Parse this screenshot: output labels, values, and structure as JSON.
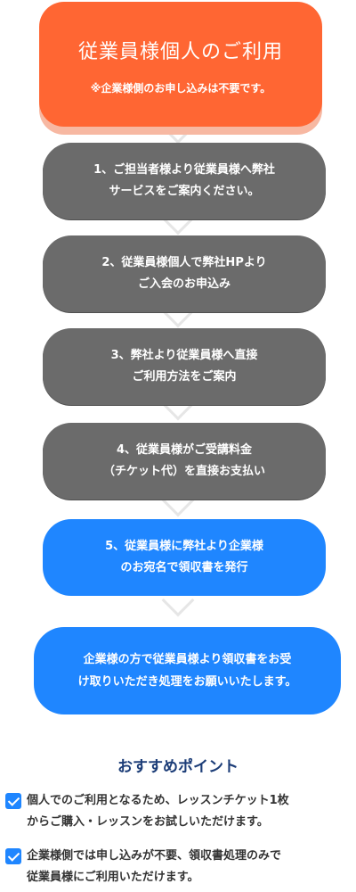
{
  "header": {
    "title": "従業員様個人のご利用",
    "note": "※企業様側のお申し込みは不要です。"
  },
  "steps": [
    {
      "label": "1、ご担当者様より従業員様へ弊社\nサービスをご案内ください。",
      "color": "#6b6b6b"
    },
    {
      "label": "2、従業員様個人で弊社HPより\nご入会のお申込み",
      "color": "#6b6b6b"
    },
    {
      "label": "3、弊社より従業員様へ直接\nご利用方法をご案内",
      "color": "#6b6b6b"
    },
    {
      "label": "4、従業員様がご受講料金\n（チケット代）を直接お支払い",
      "color": "#6b6b6b"
    },
    {
      "label": "5、従業員様に弊社より企業様\nのお宛名で領収書を発行",
      "color": "#1f86ff"
    }
  ],
  "final": {
    "label": "企業様の方で従業員様より領収書をお受\nけ取りいただき処理をお願いいたします。"
  },
  "recommend": {
    "title": "おすすめポイント",
    "points": [
      "個人でのご利用となるため、レッスンチケット1枚\nからご購入・レッスンをお試しいただけます。",
      "企業様側では申し込みが不要、領収書処理のみで\n従業員様にご利用いただけます。"
    ]
  },
  "colors": {
    "accent_orange": "#ff6633",
    "step_gray": "#6b6b6b",
    "step_blue": "#1f86ff",
    "title_navy": "#1b3c77"
  }
}
